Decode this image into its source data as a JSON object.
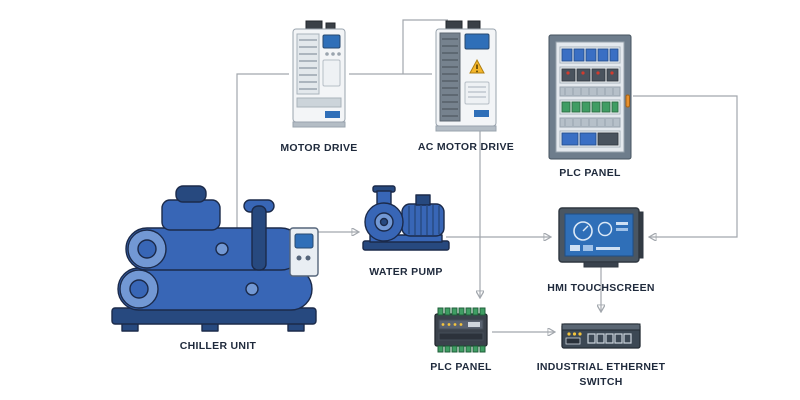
{
  "diagram": {
    "background": "#ffffff",
    "nodes": {
      "motor_drive": {
        "label": "MOTOR DRIVE"
      },
      "ac_motor_drive": {
        "label": "AC MOTOR DRIVE"
      },
      "plc_panel": {
        "label": "PLC PANEL"
      },
      "chiller_unit": {
        "label": "CHILLER UNIT"
      },
      "water_pump": {
        "label": "WATER PUMP"
      },
      "hmi_touchscreen": {
        "label": "HMI TOUCHSCREEN"
      },
      "plc_panel_small": {
        "label": "PLC PANEL"
      },
      "ethernet_switch": {
        "label": "INDUSTRIAL ETHERNET SWITCH"
      }
    },
    "connections": [
      {
        "from": "chiller_unit",
        "to": "motor_drive"
      },
      {
        "from": "motor_drive",
        "to": "ac_motor_drive"
      },
      {
        "from": "motor_drive",
        "to": "ac_motor_drive",
        "via": "top"
      },
      {
        "from": "ac_motor_drive",
        "to": "plc_panel_small"
      },
      {
        "from": "chiller_unit",
        "to": "water_pump"
      },
      {
        "from": "water_pump",
        "to": "hmi_touchscreen"
      },
      {
        "from": "plc_panel",
        "to": "hmi_touchscreen"
      },
      {
        "from": "hmi_touchscreen",
        "to": "ethernet_switch"
      },
      {
        "from": "plc_panel_small",
        "to": "ethernet_switch"
      }
    ],
    "colors": {
      "machine_blue": "#3866b6",
      "machine_blue_dark": "#27497f",
      "machine_blue_light": "#7298d4",
      "outline": "#1b2a4a",
      "connector": "#a2a7ad",
      "label_text": "#1f2a3c",
      "screen_blue": "#2f6fb8",
      "device_white": "#f3f5f7"
    }
  }
}
